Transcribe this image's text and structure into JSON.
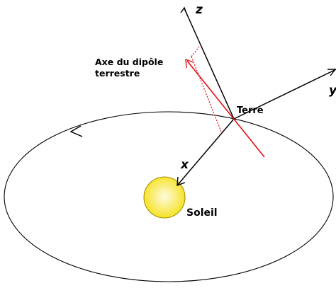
{
  "labels": {
    "z_axis": "z",
    "y_axis": "y",
    "x_axis": "x",
    "dipole_line1": "Axe du dipôle",
    "dipole_line2": "terrestre",
    "earth": "Terre",
    "sun": "Soleil"
  },
  "colors": {
    "axes": "#000000",
    "orbit": "#000000",
    "dipole_axis": "#e0101a",
    "dipole_projection": "#e0101a",
    "sun_fill_center": "#fffbe0",
    "sun_fill_edge": "#f5e11a",
    "sun_stroke": "#a08a00",
    "background": "#ffffff"
  }
}
